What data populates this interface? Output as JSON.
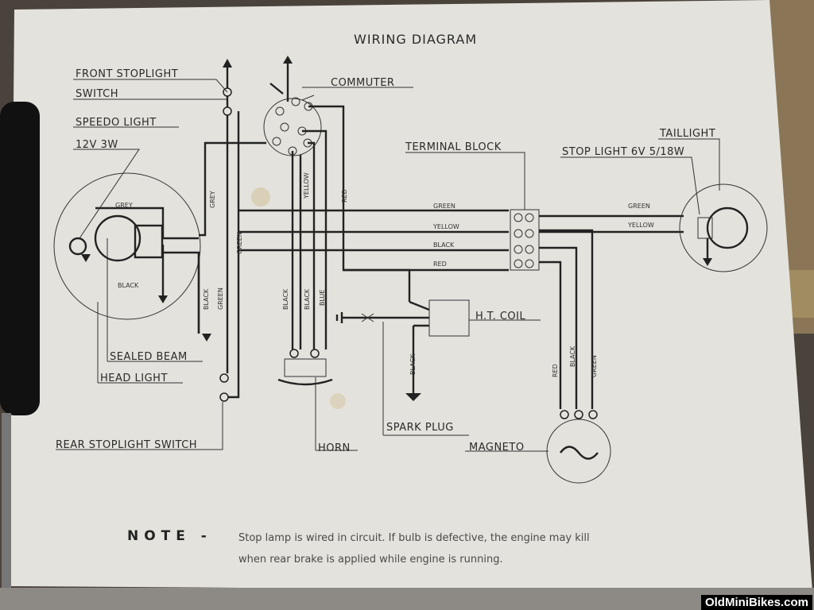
{
  "title": "WIRING DIAGRAM",
  "components": {
    "front_stoplight_switch": [
      "FRONT STOPLIGHT",
      "SWITCH"
    ],
    "speedo_light": [
      "SPEEDO LIGHT",
      "12V  3W"
    ],
    "commuter": "COMMUTER",
    "terminal_block": "TERMINAL BLOCK",
    "taillight": "TAILLIGHT",
    "stop_light": "STOP  LIGHT 6V  5/18W",
    "sealed_beam": "SEALED BEAM",
    "head_light": "HEAD LIGHT",
    "ht_coil": "H.T. COIL",
    "spark_plug": "SPARK  PLUG",
    "magneto": "MAGNETO",
    "horn": "HORN",
    "rear_stoplight_switch": "REAR STOPLIGHT SWITCH"
  },
  "wire_labels": {
    "grey_head": "GREY",
    "grey_v": "GREY",
    "black_head": "BLACK",
    "black_v1": "BLACK",
    "green_v1": "GREEN",
    "green_v2": "GREEN",
    "yellow_v": "YELLOW",
    "red_v": "RED",
    "black_h1": "BLACK",
    "black_h2": "BLACK",
    "blue_h": "BLUE",
    "green_tb": "GREEN",
    "yellow_tb": "YELLOW",
    "black_tb": "BLACK",
    "red_tb": "RED",
    "green_tl": "GREEN",
    "yellow_tl": "YELLOW",
    "black_coil": "BLACK",
    "red_mag": "RED",
    "black_mag": "BLACK",
    "green_mag": "GREEN"
  },
  "note": {
    "heading": "NOTE -",
    "line1": "Stop lamp is wired in circuit. If bulb is defective, the engine may kill",
    "line2": "when rear brake is applied while engine is running."
  },
  "watermark": "OldMiniBikes.com"
}
